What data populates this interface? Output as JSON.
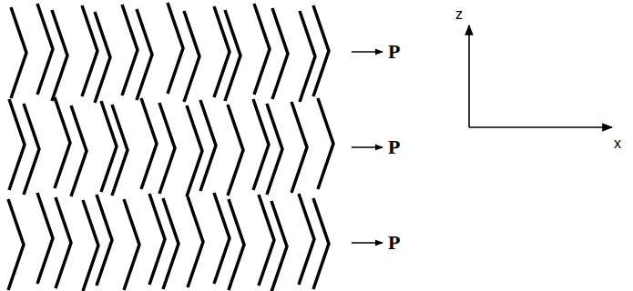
{
  "diagram": {
    "labels": [
      "P",
      "P",
      "P",
      "z",
      "x"
    ]
  }
}
